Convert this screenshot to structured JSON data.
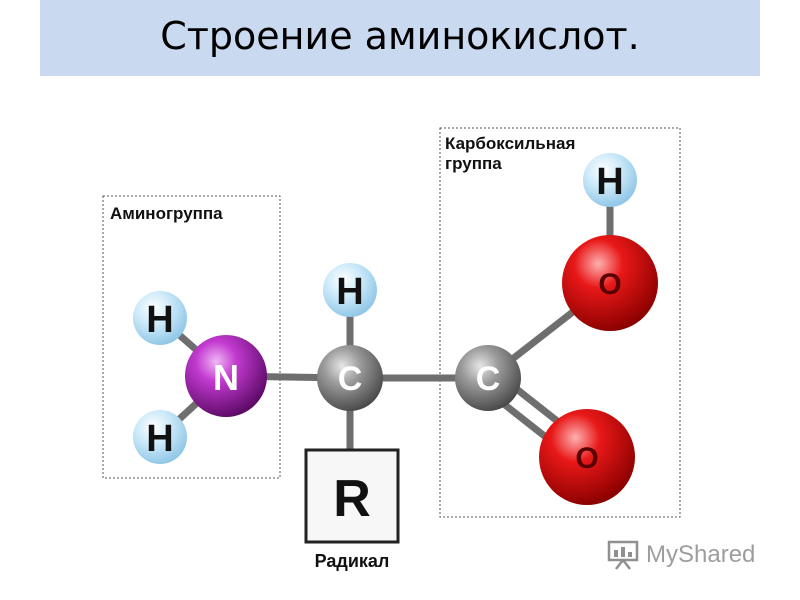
{
  "slide": {
    "title": "Строение аминокислот."
  },
  "diagram": {
    "groups": {
      "amino": "Аминогруппа",
      "carboxyl_line1": "Карбоксильная",
      "carboxyl_line2": "группа",
      "radical": "Радикал"
    },
    "atoms": {
      "nitrogen": "N",
      "hydrogen": "H",
      "carbon": "C",
      "oxygen": "O",
      "radical": "R"
    },
    "colors": {
      "title_background": "#c9daf0",
      "nitrogen": "#9b1ea8",
      "carbon": "#8a8a8a",
      "oxygen": "#e01010",
      "hydrogen": "#bfe3f7",
      "bond": "#6e6e6e"
    }
  },
  "watermark": {
    "text": "MyShared",
    "icon": "presentation-board-icon"
  }
}
